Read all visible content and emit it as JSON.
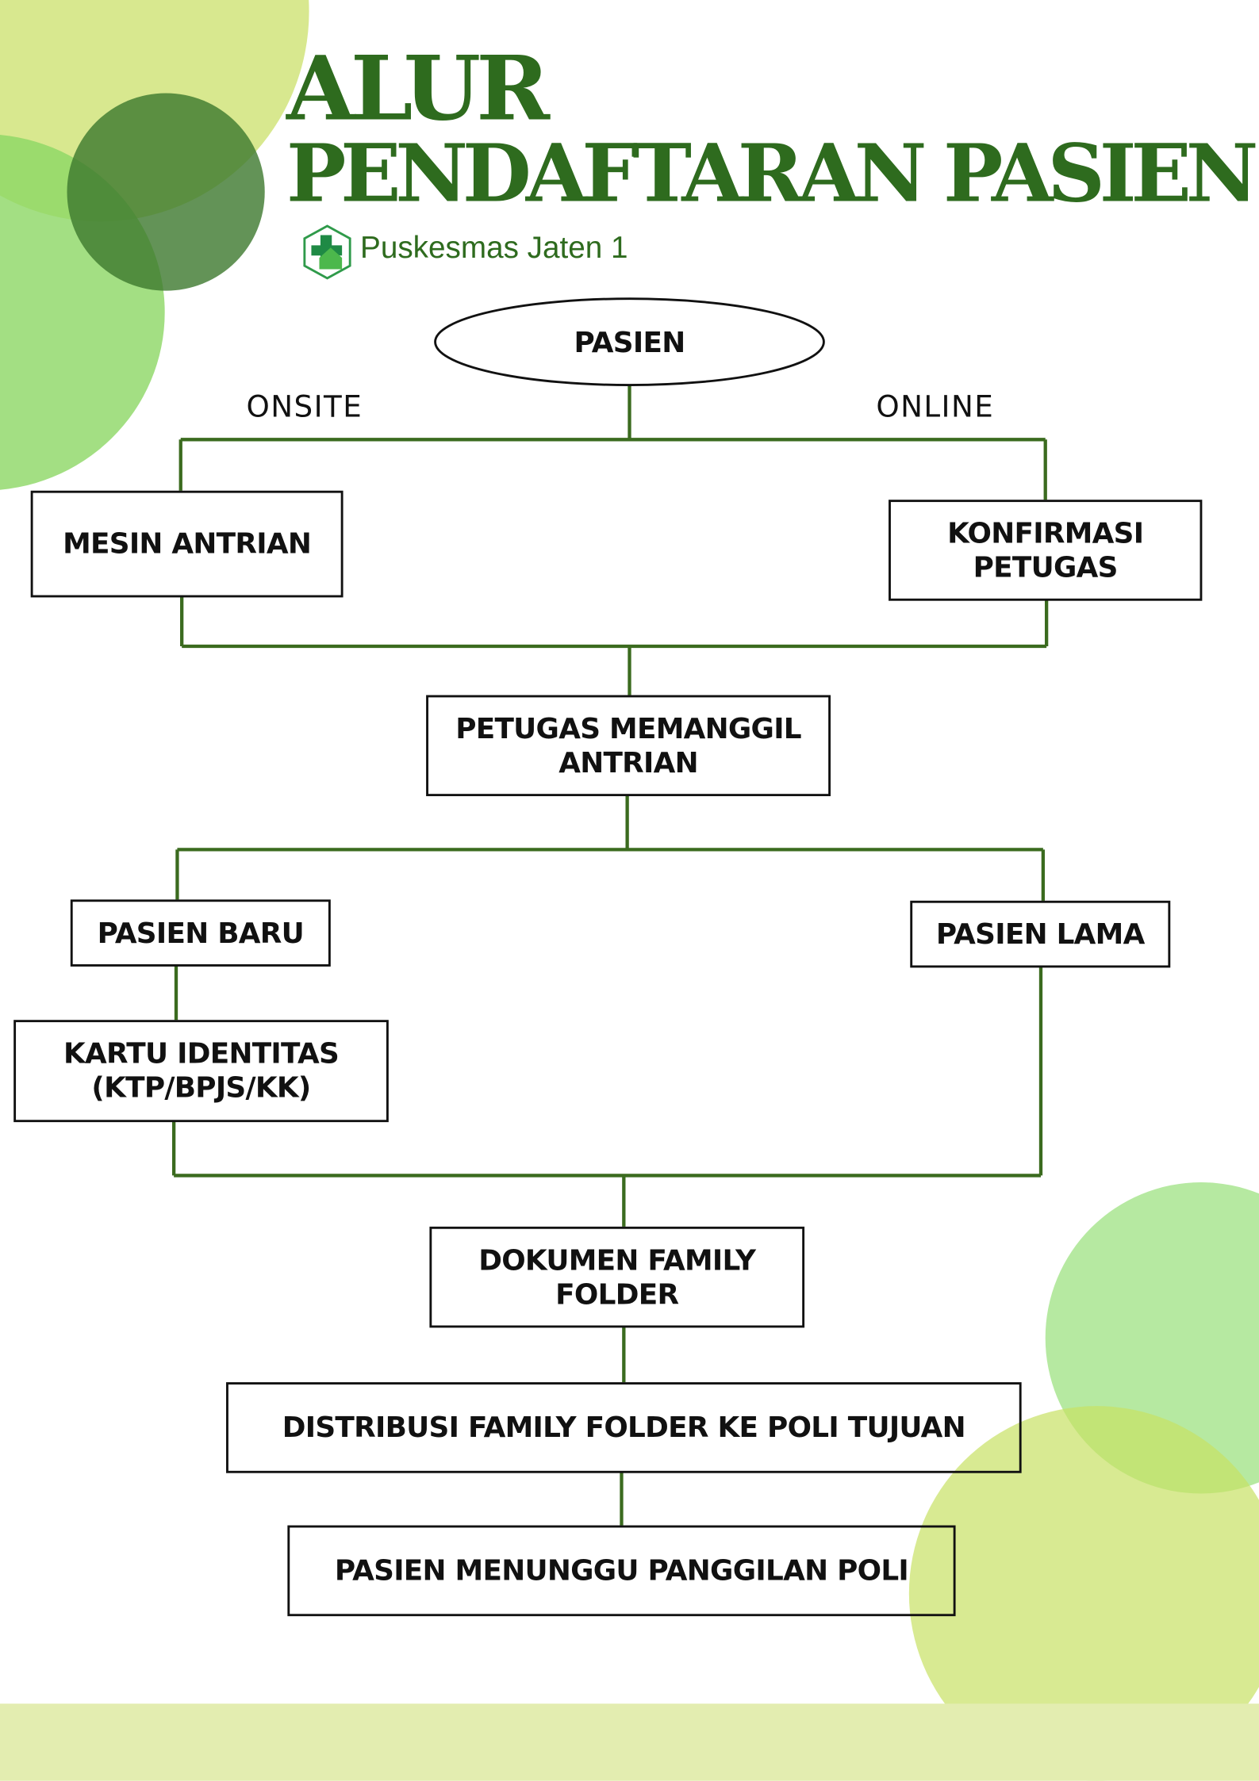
{
  "title": {
    "line1": "ALUR",
    "line2": "PENDAFTARAN PASIEN"
  },
  "logo": {
    "name": "Puskesmas Jaten 1"
  },
  "colors": {
    "title": "#2e6b1e",
    "line": "#3b6b1f",
    "pale": "#d8e88f",
    "light_green": "#9ee07f",
    "dark_green": "#4a8a3a",
    "band": "#e3edb0"
  },
  "flow": {
    "start": "PASIEN",
    "branch_left": "ONSITE",
    "branch_right": "ONLINE",
    "mesin": "MESIN ANTRIAN",
    "konfirmasi": "KONFIRMASI PETUGAS",
    "petugas": "PETUGAS MEMANGGIL ANTRIAN",
    "baru": "PASIEN BARU",
    "lama": "PASIEN LAMA",
    "kartu": "KARTU IDENTITAS (KTP/BPJS/KK)",
    "dokumen": "DOKUMEN FAMILY FOLDER",
    "distribusi": "DISTRIBUSI FAMILY FOLDER KE POLI TUJUAN",
    "menunggu": "PASIEN MENUNGGU PANGGILAN POLI"
  }
}
